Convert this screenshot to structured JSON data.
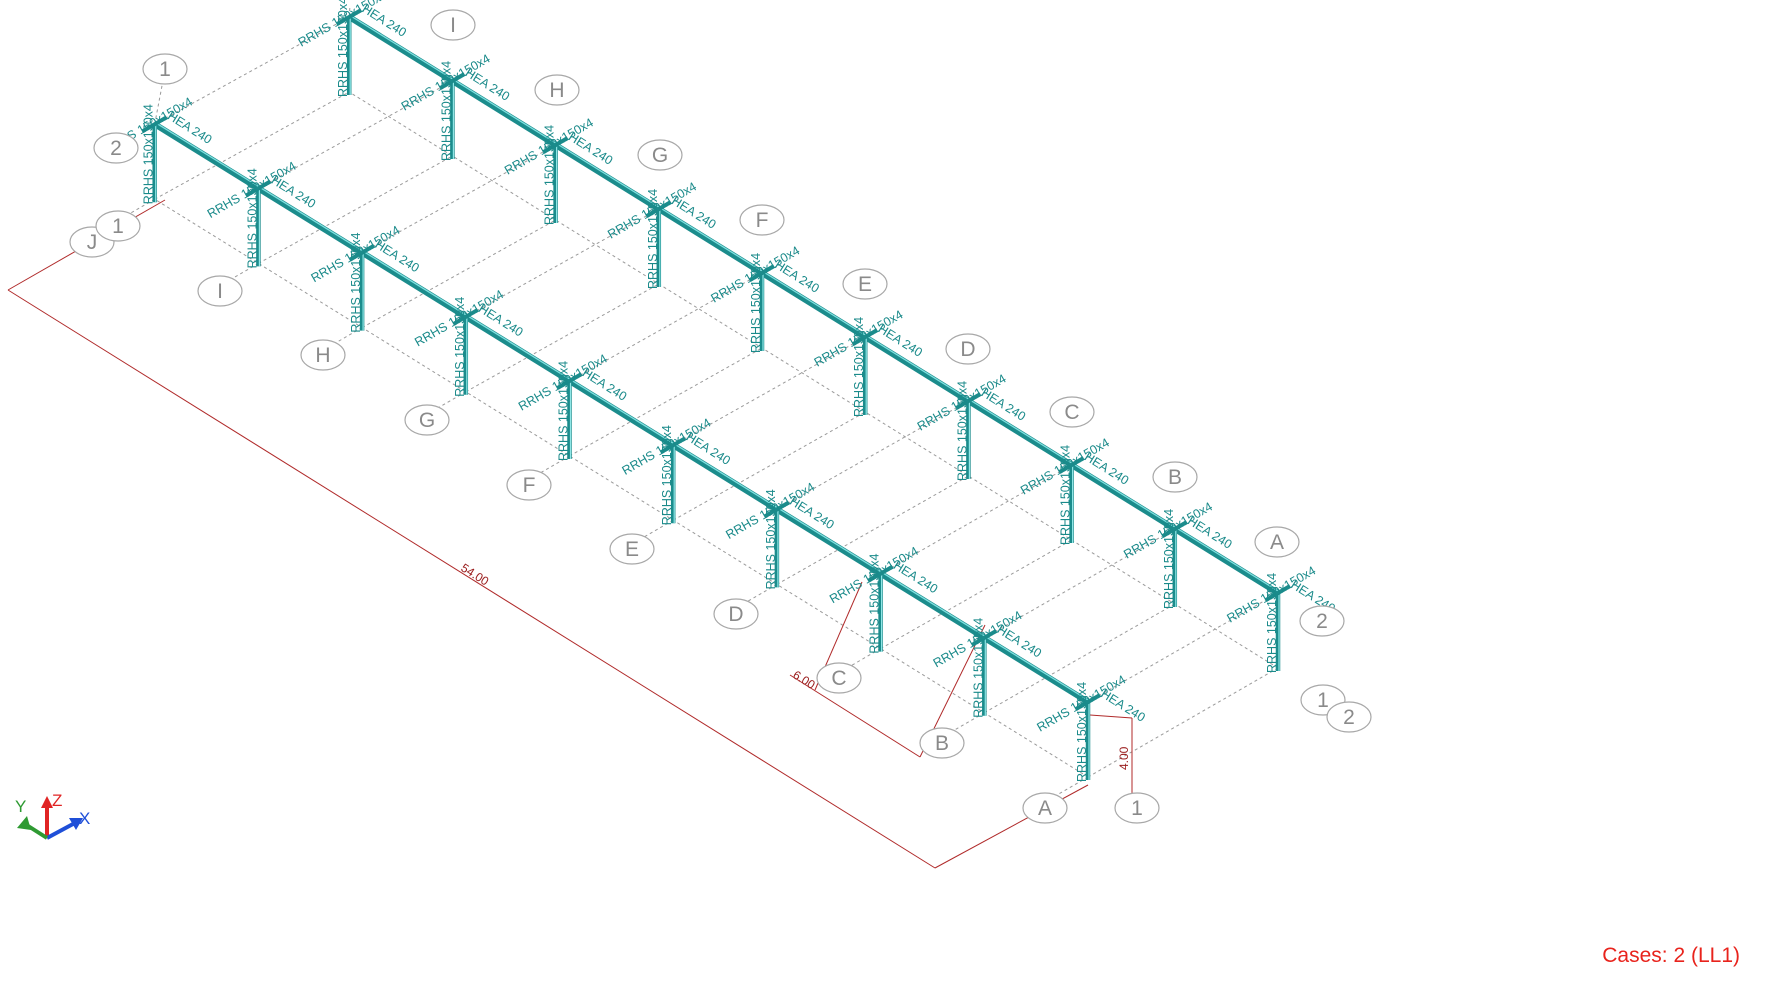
{
  "viewport": {
    "status": "Cases: 2 (LL1)",
    "axis_labels": {
      "x": "X",
      "y": "Y",
      "z": "Z"
    },
    "axis_colors": {
      "x": "#1f4fd8",
      "y": "#2e9a32",
      "z": "#e02424"
    },
    "grid_letters": [
      "A",
      "B",
      "C",
      "D",
      "E",
      "F",
      "G",
      "H",
      "I",
      "J"
    ],
    "grid_numbers": [
      "1",
      "2"
    ],
    "column_section": "RRHS 150x150x4",
    "beam_section": "HEA 240",
    "dimensions": {
      "length": "54.00",
      "span": "6.00",
      "height": "4.00"
    }
  }
}
